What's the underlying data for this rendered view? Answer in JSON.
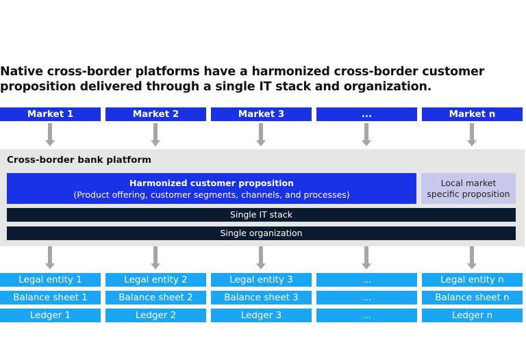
{
  "title": {
    "line1": "Native cross-border platforms have a harmonized cross-border customer",
    "line2": "proposition delivered through a single IT stack and organization."
  },
  "markets": [
    "Market 1",
    "Market 2",
    "Market 3",
    "...",
    "Market n"
  ],
  "platform": {
    "title": "Cross-border bank platform",
    "harmonized_title": "Harmonized customer proposition",
    "harmonized_subtitle": "(Product offering, customer segments, channels, and processes)",
    "local_line1": "Local market",
    "local_line2": "specific proposition",
    "it_stack": "Single IT stack",
    "organization": "Single organization"
  },
  "entities": {
    "legal": [
      "Legal entity 1",
      "Legal entity 2",
      "Legal entity 3",
      "...",
      "Legal entity  n"
    ],
    "balance": [
      "Balance sheet 1",
      "Balance sheet 2",
      "Balance sheet 3",
      "...",
      "Balance sheet n"
    ],
    "ledger": [
      "Ledger 1",
      "Ledger 2",
      "Ledger 3",
      "...",
      "Ledger n"
    ]
  },
  "colors": {
    "market_blue": "#1a32e6",
    "entity_blue": "#1aa5f5",
    "dark_navy": "#0b1a2e",
    "platform_gray": "#e6e6e6",
    "local_lavender": "#c8c8ec",
    "arrow_gray": "#a6a6a6"
  }
}
